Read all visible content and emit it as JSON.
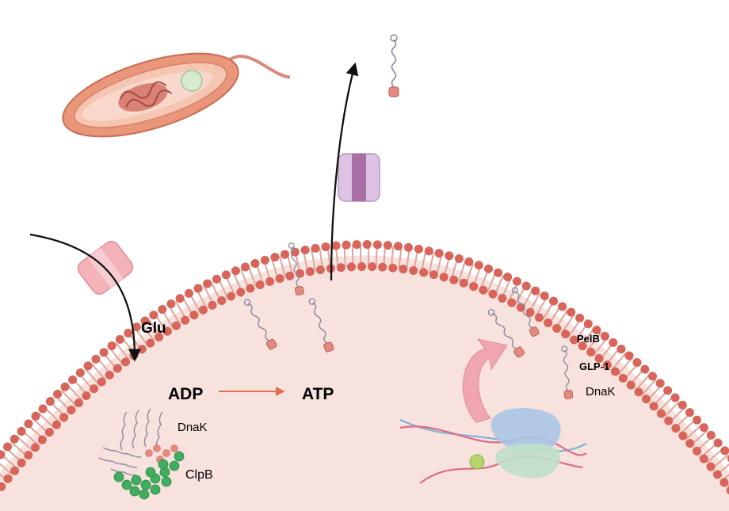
{
  "labels": {
    "glu": "Glu",
    "adp": "ADP",
    "atp": "ATP",
    "dnak_left": "DnaK",
    "clpb": "ClpB",
    "pelb": "PelB",
    "glp1": "GLP-1",
    "dnak_right": "DnaK"
  },
  "colors": {
    "cytoplasm": "#f7e2dd",
    "lipid_head": "#d9645a",
    "lipid_tail": "#d9645a",
    "bacterium_body": "#e9967a",
    "channel_left": "#f3b3b9",
    "channel_top": "#dcc3e2",
    "protein_tag": "#e3897d",
    "chaperone_cluster": "#3fae5f",
    "ribosome_large": "#a9c7e4",
    "ribosome_small": "#bfe0c8",
    "mrna": "#e06b86",
    "dna": "#7fb3d6",
    "reaction_arrow": "#e0714f",
    "curved_arrow": "#f0a6b1"
  },
  "icons": [
    "bacterium-icon",
    "membrane-channel-icon",
    "ribosome-icon",
    "protein-icon",
    "chaperone-cluster-icon"
  ]
}
